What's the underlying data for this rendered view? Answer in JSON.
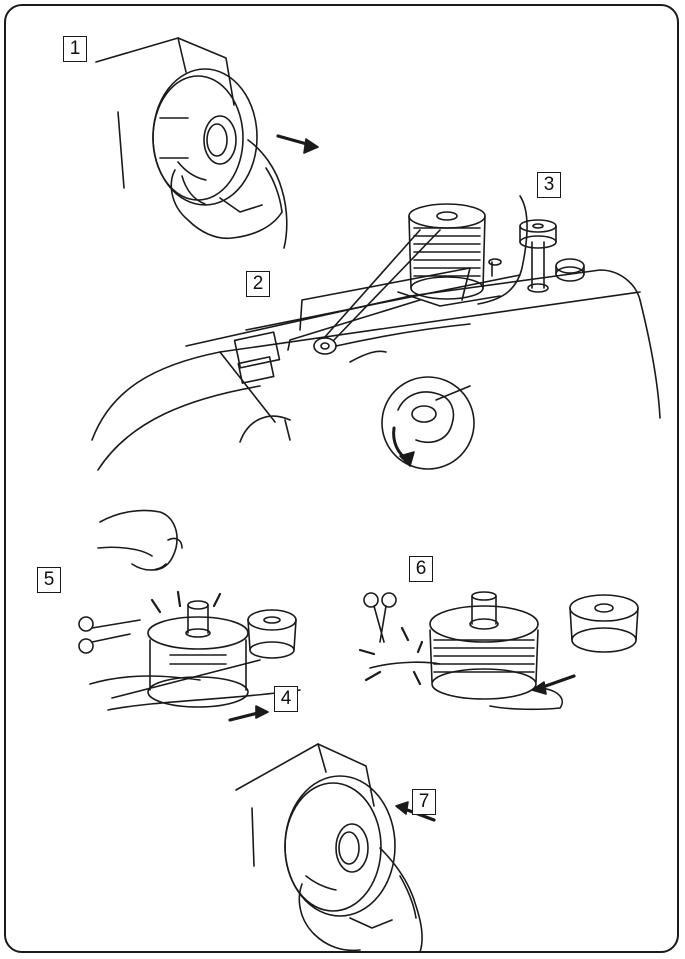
{
  "steps": {
    "s1": "1",
    "s2": "2",
    "s3": "3",
    "s4": "4",
    "s5": "5",
    "s6": "6",
    "s7": "7"
  },
  "icons": [
    "handwheel-icon",
    "thread-spool-icon",
    "bobbin-icon",
    "scissors-icon",
    "arrow-icon",
    "hand-icon"
  ],
  "colors": {
    "ink": "#1a1a1a",
    "paper": "#ffffff"
  }
}
